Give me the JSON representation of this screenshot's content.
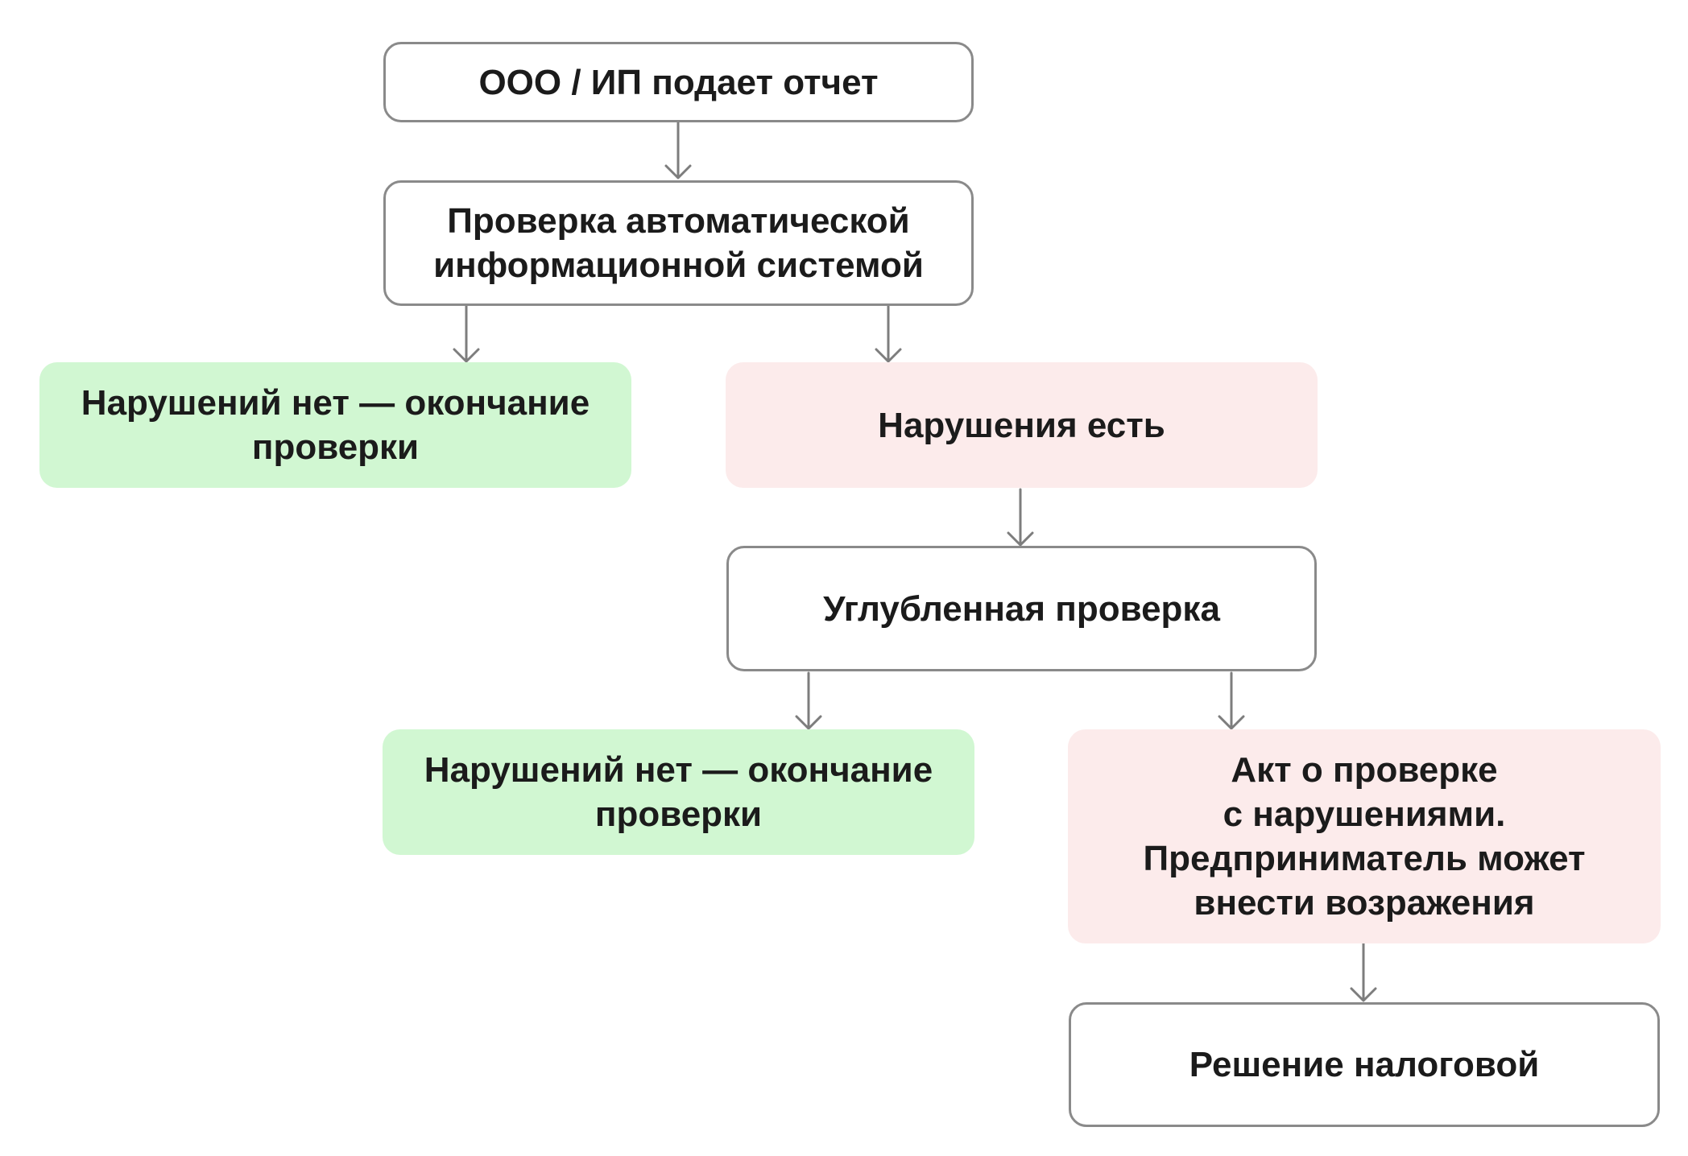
{
  "nodes": {
    "submit": {
      "label": "ООО / ИП подает отчет"
    },
    "auto_check": {
      "label": "Проверка автоматической\nинформационной системой"
    },
    "no_violations_1": {
      "label": "Нарушений нет — окончание\nпроверки"
    },
    "violations": {
      "label": "Нарушения есть"
    },
    "deep_check": {
      "label": "Углубленная проверка"
    },
    "no_violations_2": {
      "label": "Нарушений нет — окончание\nпроверки"
    },
    "act": {
      "label": "Акт о проверке\nс нарушениями.\nПредприниматель может\nвнести возражения"
    },
    "decision": {
      "label": "Решение налоговой"
    }
  },
  "colors": {
    "border": "#8a8a8a",
    "arrow": "#7d7d7d",
    "ok_fill": "#d1f7d2",
    "bad_fill": "#fcebeb",
    "text": "#1b1b1b"
  }
}
